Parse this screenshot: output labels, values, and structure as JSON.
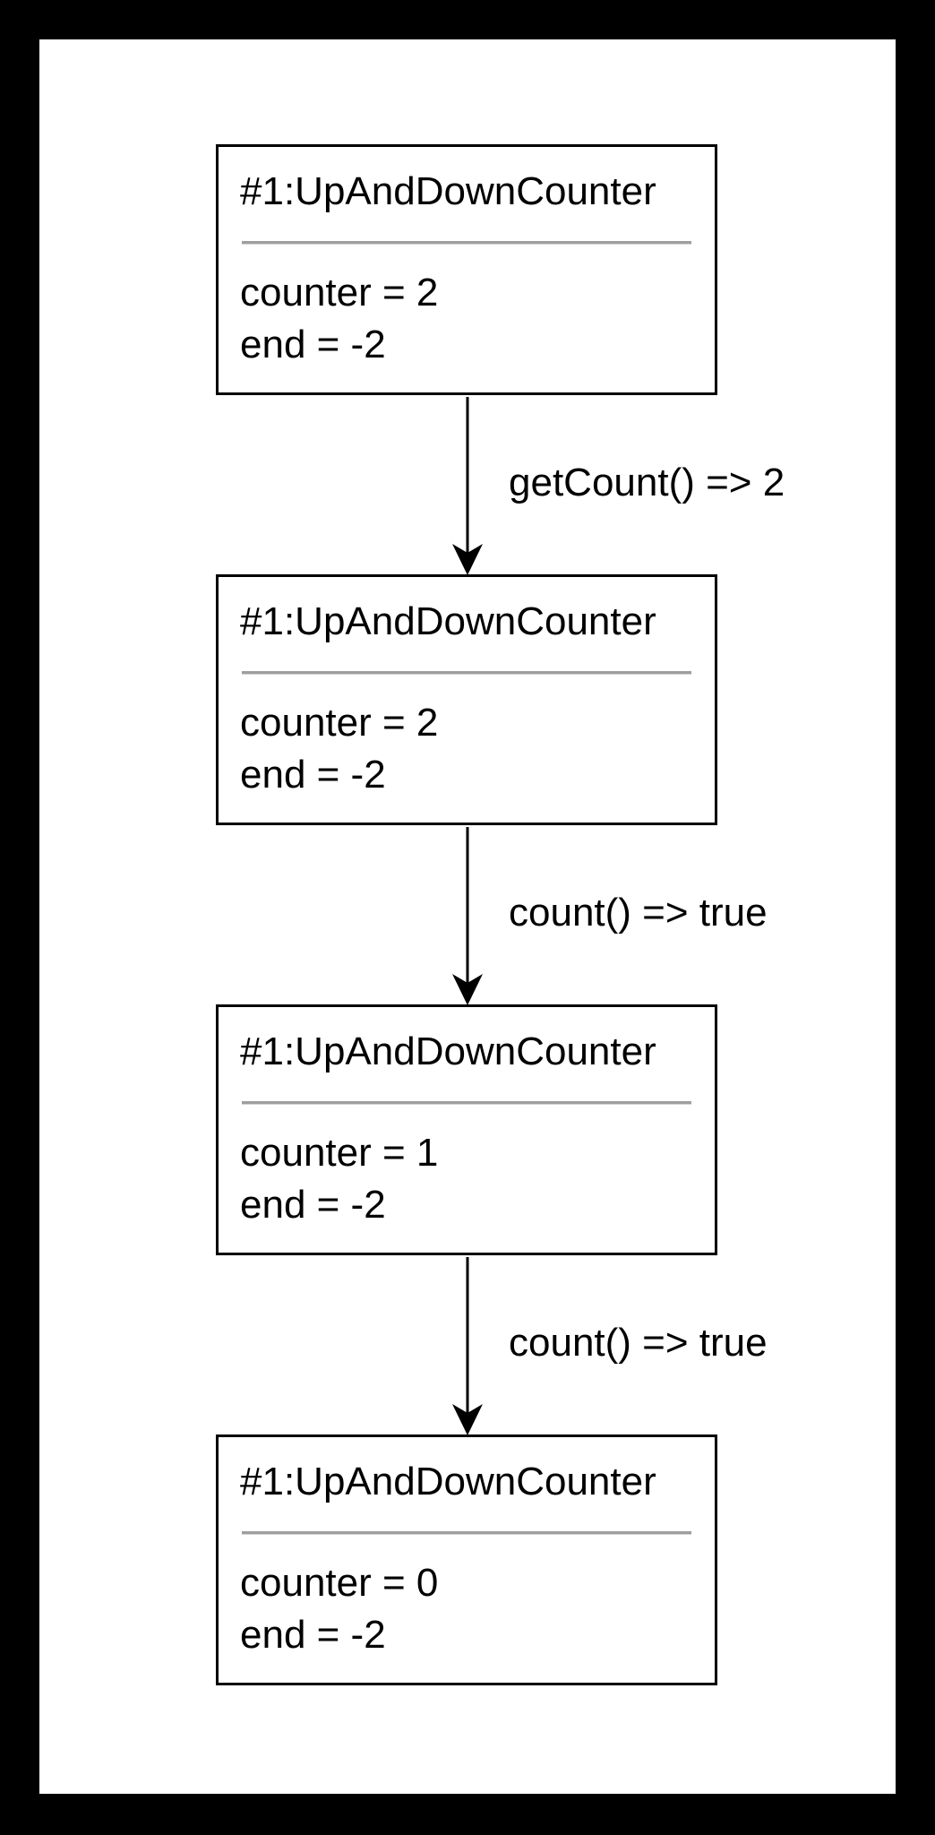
{
  "objects": [
    {
      "title": "#1:UpAndDownCounter",
      "attributes": [
        "counter = 2",
        "end = -2"
      ]
    },
    {
      "title": "#1:UpAndDownCounter",
      "attributes": [
        "counter = 2",
        "end = -2"
      ]
    },
    {
      "title": "#1:UpAndDownCounter",
      "attributes": [
        "counter = 1",
        "end = -2"
      ]
    },
    {
      "title": "#1:UpAndDownCounter",
      "attributes": [
        "counter = 0",
        "end = -2"
      ]
    }
  ],
  "transitions": [
    {
      "label": "getCount() => 2"
    },
    {
      "label": "count() => true"
    },
    {
      "label": "count() => true"
    }
  ],
  "colors": {
    "frame": "#000000",
    "background": "#ffffff",
    "separator": "#9e9e9e"
  }
}
